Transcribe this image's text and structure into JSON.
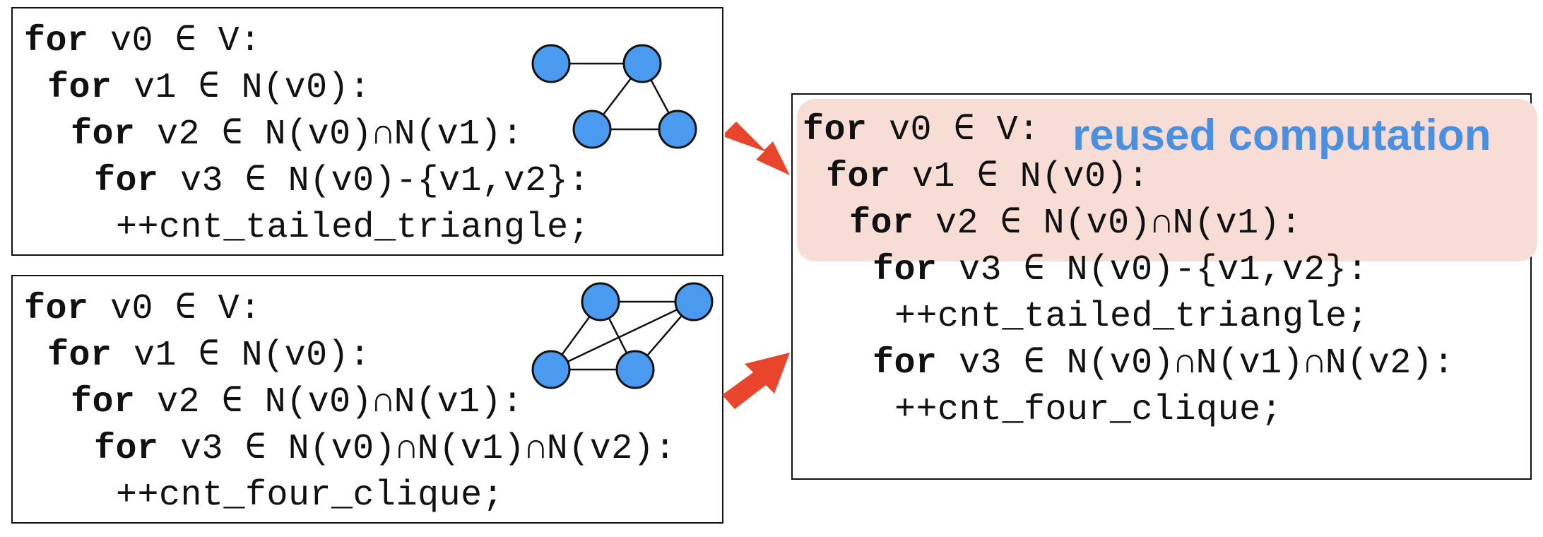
{
  "panels": {
    "tailed_triangle": {
      "lines": [
        {
          "kw": "for",
          "rest": " v0 ∈ V:"
        },
        {
          "kw": "for",
          "rest": " v1 ∈ N(v0):"
        },
        {
          "kw": "for",
          "rest": " v2 ∈ N(v0)∩N(v1):"
        },
        {
          "kw": "for",
          "rest": " v3 ∈ N(v0)-{v1,v2}:"
        },
        {
          "kw": "",
          "rest": "++cnt_tailed_triangle;"
        }
      ]
    },
    "four_clique": {
      "lines": [
        {
          "kw": "for",
          "rest": " v0 ∈ V:"
        },
        {
          "kw": "for",
          "rest": " v1 ∈ N(v0):"
        },
        {
          "kw": "for",
          "rest": " v2 ∈ N(v0)∩N(v1):"
        },
        {
          "kw": "for",
          "rest": " v3 ∈ N(v0)∩N(v1)∩N(v2):"
        },
        {
          "kw": "",
          "rest": "++cnt_four_clique;"
        }
      ]
    },
    "merged": {
      "reuse_label": "reused computation",
      "lines": [
        {
          "kw": "for",
          "rest": " v0 ∈ V:"
        },
        {
          "kw": "for",
          "rest": " v1 ∈ N(v0):"
        },
        {
          "kw": "for",
          "rest": " v2 ∈ N(v0)∩N(v1):"
        },
        {
          "kw": "for",
          "rest": " v3 ∈ N(v0)-{v1,v2}:"
        },
        {
          "kw": "",
          "rest": "++cnt_tailed_triangle;"
        },
        {
          "kw": "for",
          "rest": " v3 ∈ N(v0)∩N(v1)∩N(v2):"
        },
        {
          "kw": "",
          "rest": "++cnt_four_clique;"
        }
      ]
    }
  },
  "colors": {
    "node_fill": "#4a9bf0",
    "node_stroke": "#111111",
    "arrow": "#e8452c",
    "highlight": "#f8dcd6",
    "label": "#4a90e2"
  }
}
